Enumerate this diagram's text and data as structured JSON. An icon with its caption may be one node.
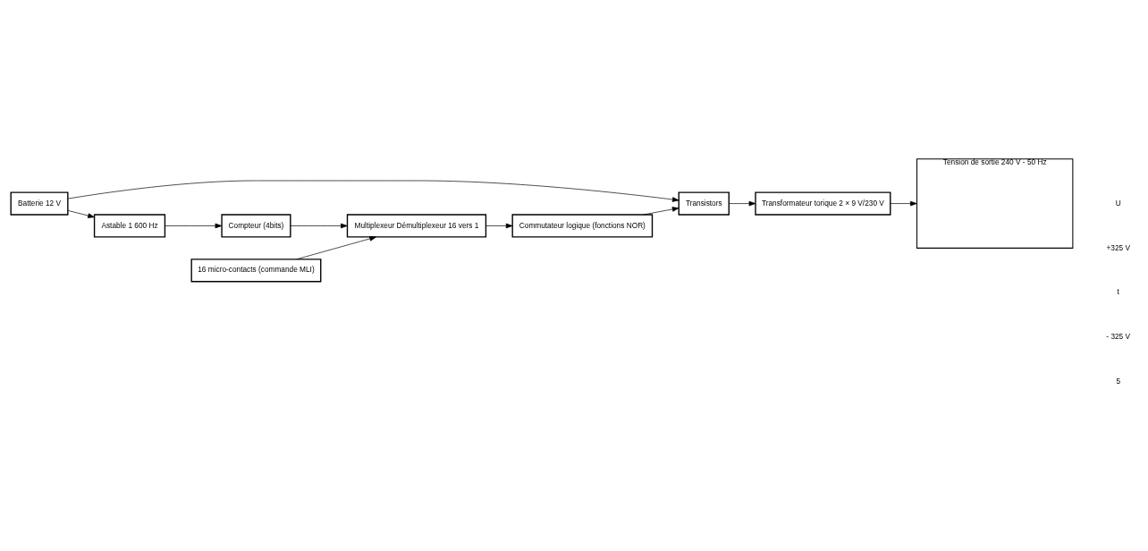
{
  "diagram": {
    "nodes": [
      {
        "text": [
          "Batterie 12 V"
        ]
      },
      {
        "text": [
          "Transistors"
        ]
      },
      {
        "text": [
          "Transformateur torique 2 × 9 V/230 V"
        ]
      },
      {
        "text": [
          "Tension de sortie 240 V - 50 Hz"
        ]
      },
      {
        "text": [
          "Commutateur logique (fonctions NOR)"
        ]
      },
      {
        "text": [
          "Multiplexeur Démultiplexeur 16 vers 1"
        ]
      },
      {
        "text": [
          "16 micro-contacts (commande MLI)"
        ]
      },
      {
        "text": [
          "Astable 1 600 Hz"
        ]
      },
      {
        "text": [
          "Compteur (4bits)"
        ]
      }
    ],
    "edges": [
      {
        "from": 0,
        "to": 1,
        "arrow": "to"
      },
      {
        "from": 1,
        "to": 2,
        "arrow": "to"
      },
      {
        "from": 2,
        "to": 3,
        "arrow": "to"
      },
      {
        "from": 4,
        "to": 1,
        "arrow": "to"
      },
      {
        "from": 5,
        "to": 4,
        "arrow": "to"
      },
      {
        "from": 6,
        "to": 5,
        "arrow": "to"
      },
      {
        "from": 0,
        "to": 7,
        "arrow": "to"
      },
      {
        "from": 7,
        "to": 8,
        "arrow": "to"
      },
      {
        "from": 8,
        "to": 5,
        "arrow": "to"
      }
    ],
    "labels": [
      "U",
      "+325 V",
      "t",
      "- 325 V",
      "5"
    ]
  }
}
